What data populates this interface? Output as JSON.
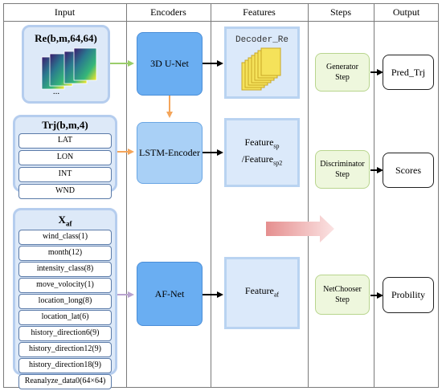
{
  "columns": {
    "input": "Input",
    "encoders": "Encoders",
    "features": "Features",
    "steps": "Steps",
    "output": "Output"
  },
  "inputs": {
    "re_title": "Re(b,m,64,64)",
    "re_dots": "...",
    "trj_title": "Trj(b,m,4)",
    "trj_fields": [
      "LAT",
      "LON",
      "INT",
      "WND"
    ],
    "xaf_title": "X",
    "xaf_sub": "af",
    "xaf_fields": [
      "wind_class(1)",
      "month(12)",
      "intensity_class(8)",
      "move_volocity(1)",
      "location_long(8)",
      "location_lat(6)",
      "history_direction6(9)",
      "history_direction12(9)",
      "history_direction18(9)",
      "Reanalyze_data0(64×64)"
    ]
  },
  "encoders": {
    "unet": "3D U-Net",
    "lstm": "LSTM-Encoder",
    "afnet": "AF-Net"
  },
  "features": {
    "decoder_label": "Decoder_Re",
    "feature_main": "Feature",
    "feature_main_sub": "sp",
    "feature_alt": "/Feature",
    "feature_alt_sub": "sp2",
    "feature_af": "Feature",
    "feature_af_sub": "af"
  },
  "steps": {
    "generator": [
      "Generator",
      "Step"
    ],
    "discriminator": [
      "Discriminator",
      "Step"
    ],
    "netchooser": [
      "NetChooser",
      "Step"
    ]
  },
  "outputs": {
    "pred": "Pred_Trj",
    "scores": "Scores",
    "probility": "Probility"
  },
  "colors": {
    "arrow_green": "#9acd6a",
    "arrow_orange": "#f4a55a",
    "arrow_purple": "#b9a3cf",
    "fade_arrow": "#e9a9a9"
  }
}
